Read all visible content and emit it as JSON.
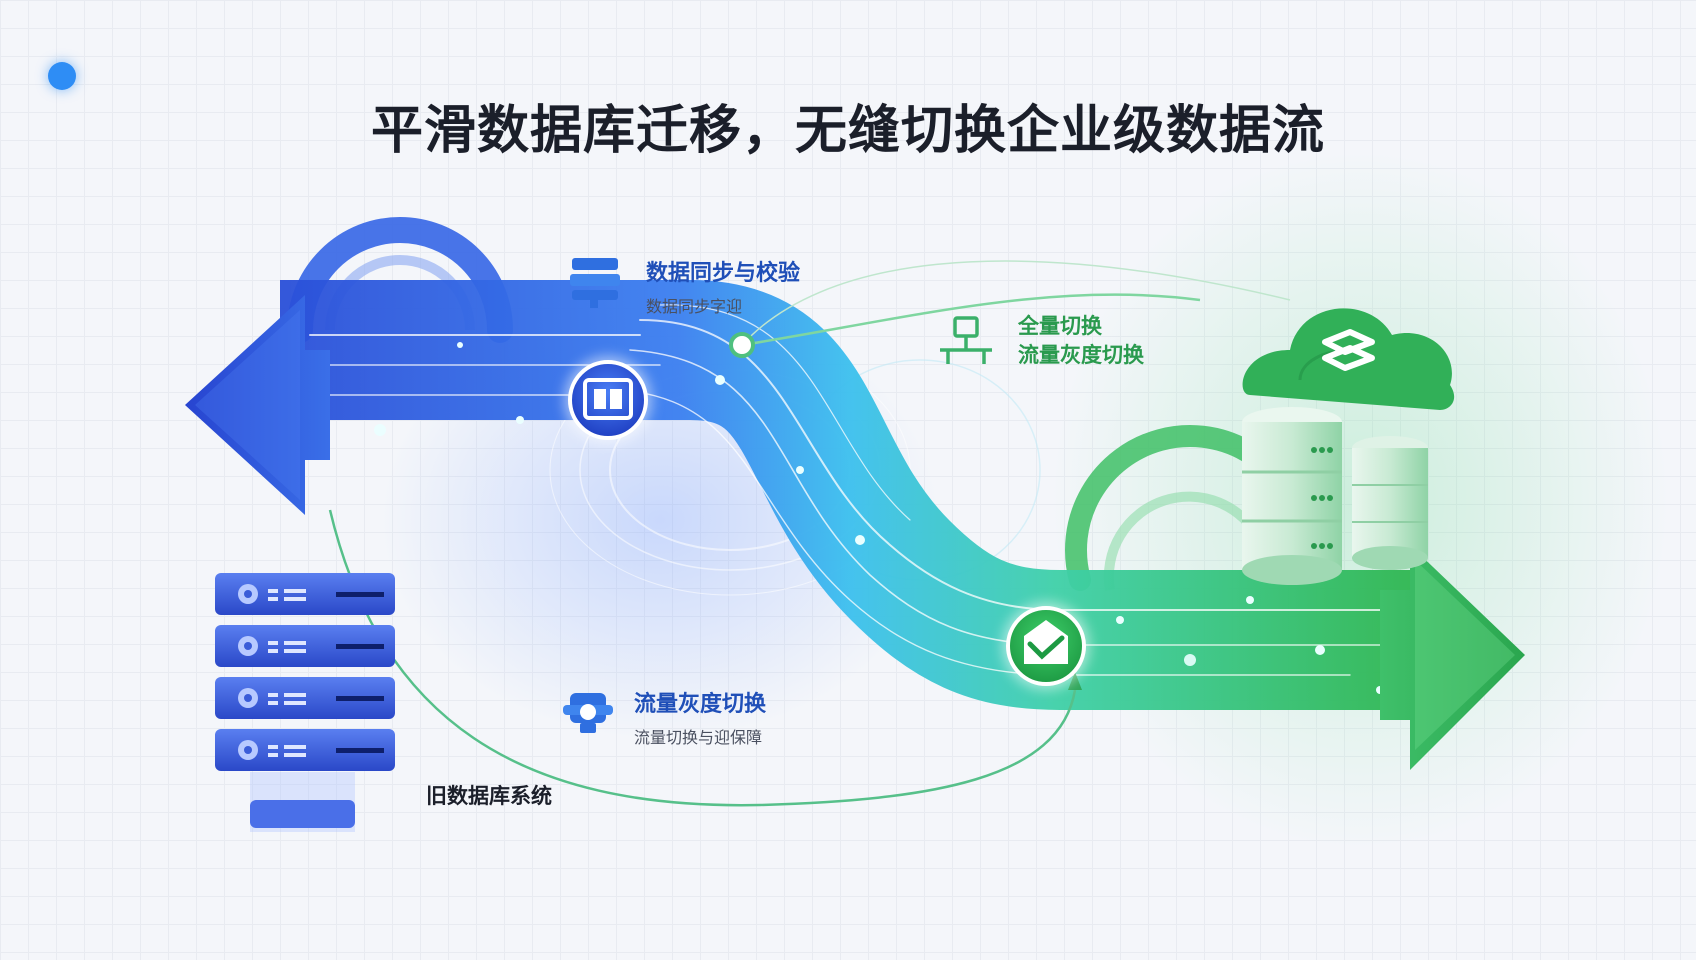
{
  "title": "平滑数据库迁移，无缝切换企业级数据流",
  "labels": {
    "sync": {
      "title": "数据同步与校验",
      "subtitle": "数据同步字迎"
    },
    "cutover": {
      "line1": "全量切换",
      "line2": "流量灰度切换"
    },
    "gray": {
      "title": "流量灰度切换",
      "subtitle": "流量切换与迎保障"
    },
    "legacy": "旧数据库系统"
  },
  "icons": {
    "sync": "server-sync-icon",
    "cutover": "split-node-icon",
    "gray": "traffic-switch-icon",
    "hub_blue": "window-panel-icon",
    "hub_green": "check-envelope-icon",
    "cloud": "cloud-database-icon",
    "legacy": "server-rack-icon"
  },
  "colors": {
    "blue": "#2f5fe0",
    "cyan": "#3bb5f0",
    "green": "#2fb05a",
    "title": "#1b1f2a"
  }
}
